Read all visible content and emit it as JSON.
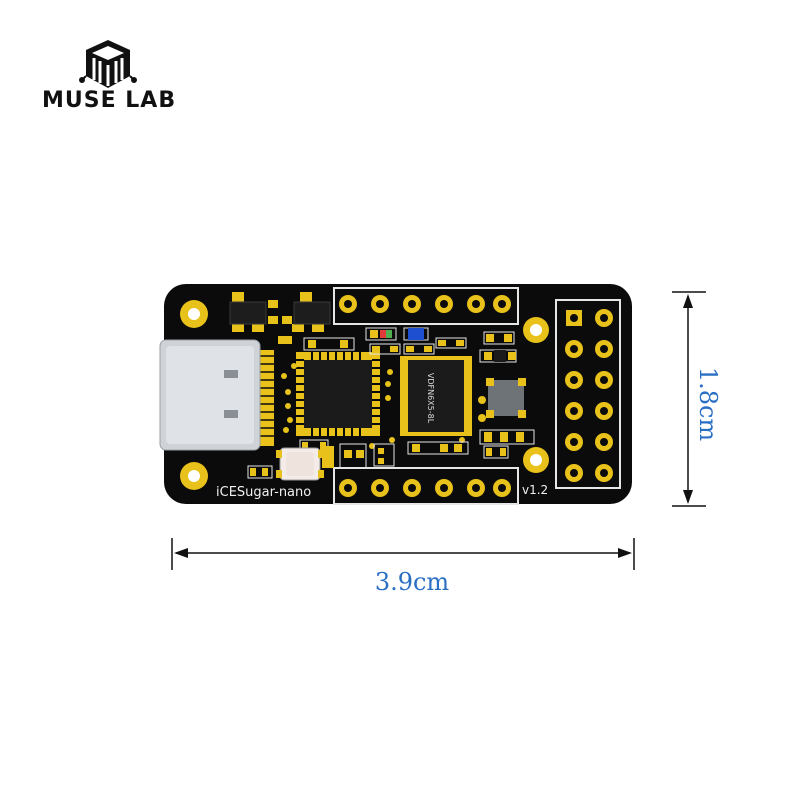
{
  "brand": {
    "name": "MUSE LAB"
  },
  "board": {
    "name": "iCESugar-nano",
    "version": "v1.2",
    "chip_right_marking": "VDFN6X5-8L",
    "colors": {
      "pcb": "#0b0b0b",
      "gold": "#e8c21a",
      "connector": "#cfd3d8"
    }
  },
  "dimensions": {
    "width_label": "3.9cm",
    "height_label": "1.8cm",
    "color": "#2a6fc4"
  }
}
